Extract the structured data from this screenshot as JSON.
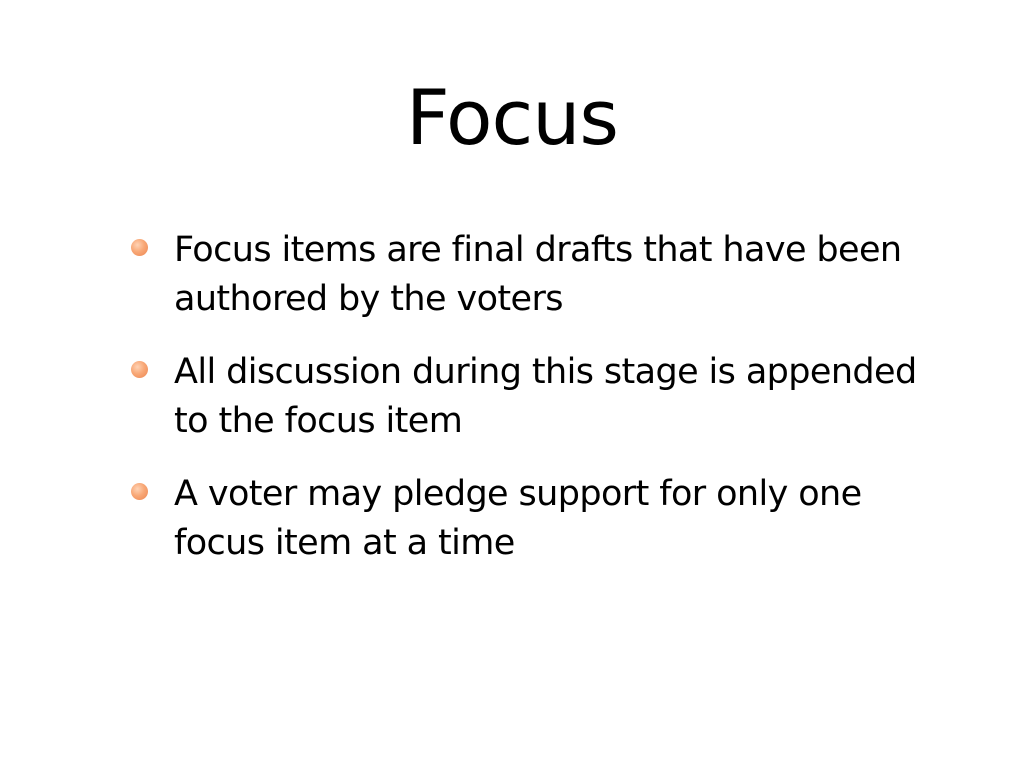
{
  "slide": {
    "title": "Focus",
    "bullet_color": "#f39a66",
    "bullets": [
      {
        "text": "Focus items are final drafts that have been authored by the voters"
      },
      {
        "text": "All discussion during this stage is appended to the focus item"
      },
      {
        "text": "A voter may pledge support for only one focus item at a time"
      }
    ]
  }
}
